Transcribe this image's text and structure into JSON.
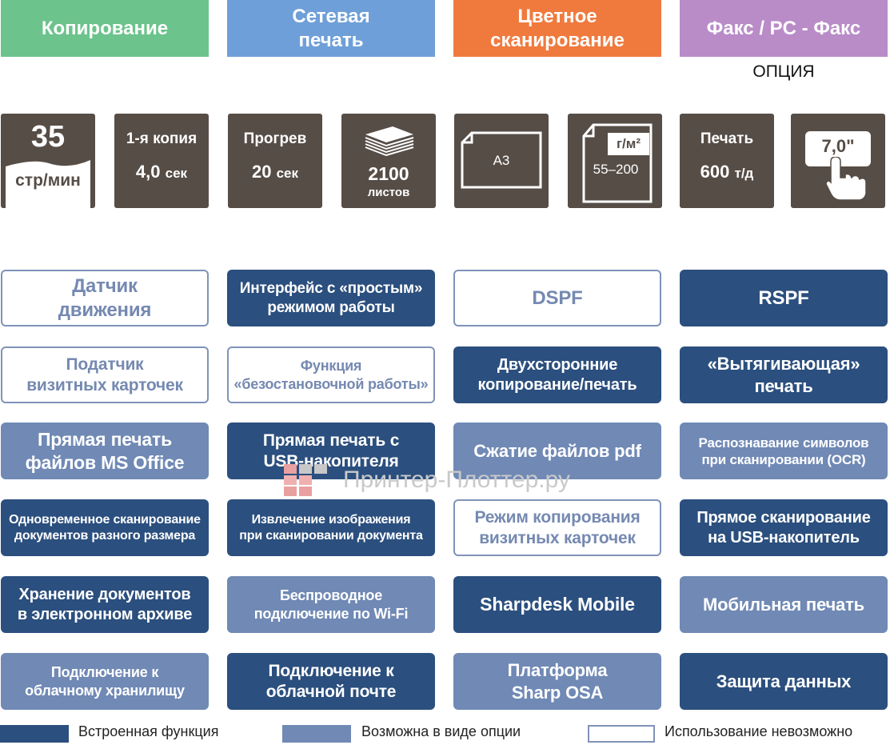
{
  "categories": [
    {
      "label": "Копирование",
      "color": "#6cc38c"
    },
    {
      "label": "Сетевая\nпечать",
      "color": "#6f9fd8"
    },
    {
      "label": "Цветное\nсканирование",
      "color": "#f07a3e"
    },
    {
      "label": "Факс / PC - Факс",
      "color": "#b98cc8"
    }
  ],
  "option_note": "ОПЦИЯ",
  "specs": {
    "speed": {
      "value": "35",
      "unit": "стр/мин"
    },
    "first_copy": {
      "label": "1-я копия",
      "value": "4,0",
      "unit": "сек"
    },
    "warmup": {
      "label": "Прогрев",
      "value": "20",
      "unit": "сек"
    },
    "paper": {
      "value": "2100",
      "unit": "листов"
    },
    "format": {
      "value": "A3"
    },
    "density": {
      "unit": "г/м²",
      "value": "55–200"
    },
    "print": {
      "label": "Печать",
      "value": "600",
      "unit": "т/д"
    },
    "screen": {
      "value": "7,0\""
    }
  },
  "features": [
    {
      "label": "Датчик\nдвижения",
      "type": "na",
      "size": 24
    },
    {
      "label": "Интерфейс с «простым»\nрежимом работы",
      "type": "builtin",
      "size": 19
    },
    {
      "label": "DSPF",
      "type": "na",
      "size": 24
    },
    {
      "label": "RSPF",
      "type": "builtin",
      "size": 24
    },
    {
      "label": "Податчик\nвизитных карточек",
      "type": "na",
      "size": 21
    },
    {
      "label": "Функция\n«безостановочной работы»",
      "type": "na",
      "size": 18
    },
    {
      "label": "Двухсторонние\nкопирование/печать",
      "type": "builtin",
      "size": 20
    },
    {
      "label": "«Вытягивающая»\nпечать",
      "type": "builtin",
      "size": 22
    },
    {
      "label": "Прямая печать\nфайлов MS Office",
      "type": "option",
      "size": 23
    },
    {
      "label": "Прямая печать с\nUSB-накопителя",
      "type": "builtin",
      "size": 21
    },
    {
      "label": "Сжатие файлов pdf",
      "type": "option",
      "size": 22
    },
    {
      "label": "Распознавание символов\nпри сканировании (OCR)",
      "type": "option",
      "size": 17
    },
    {
      "label": "Одновременное сканирование\nдокументов разного размера",
      "type": "builtin",
      "size": 16
    },
    {
      "label": "Извлечение изображения\nпри сканировании документа",
      "type": "builtin",
      "size": 16
    },
    {
      "label": "Режим копирования\nвизитных карточек",
      "type": "na",
      "size": 21
    },
    {
      "label": "Прямое сканирование\nна  USB-накопитель",
      "type": "builtin",
      "size": 20
    },
    {
      "label": "Хранение документов\nв электронном архиве",
      "type": "builtin",
      "size": 20
    },
    {
      "label": "Беспроводное\nподключение по Wi-Fi",
      "type": "option",
      "size": 18
    },
    {
      "label": "Sharpdesk Mobile",
      "type": "builtin",
      "size": 23
    },
    {
      "label": "Мобильная печать",
      "type": "option",
      "size": 22
    },
    {
      "label": "Подключение к\nоблачному хранилищу",
      "type": "option",
      "size": 18
    },
    {
      "label": "Подключение к\nоблачной почте",
      "type": "builtin",
      "size": 21
    },
    {
      "label": "Платформа\nSharp OSA",
      "type": "option",
      "size": 22
    },
    {
      "label": "Защита данных",
      "type": "builtin",
      "size": 22
    }
  ],
  "legend": [
    {
      "label": "Встроенная функция",
      "type": "builtin"
    },
    {
      "label": "Возможна в виде опции",
      "type": "option"
    },
    {
      "label": "Использование невозможно",
      "type": "na"
    }
  ],
  "colors": {
    "builtin": "#2b4f7e",
    "option": "#7089b5",
    "na": "#ffffff",
    "tile": "#564d47"
  },
  "watermark": "Принтер-Плоттер.ру"
}
